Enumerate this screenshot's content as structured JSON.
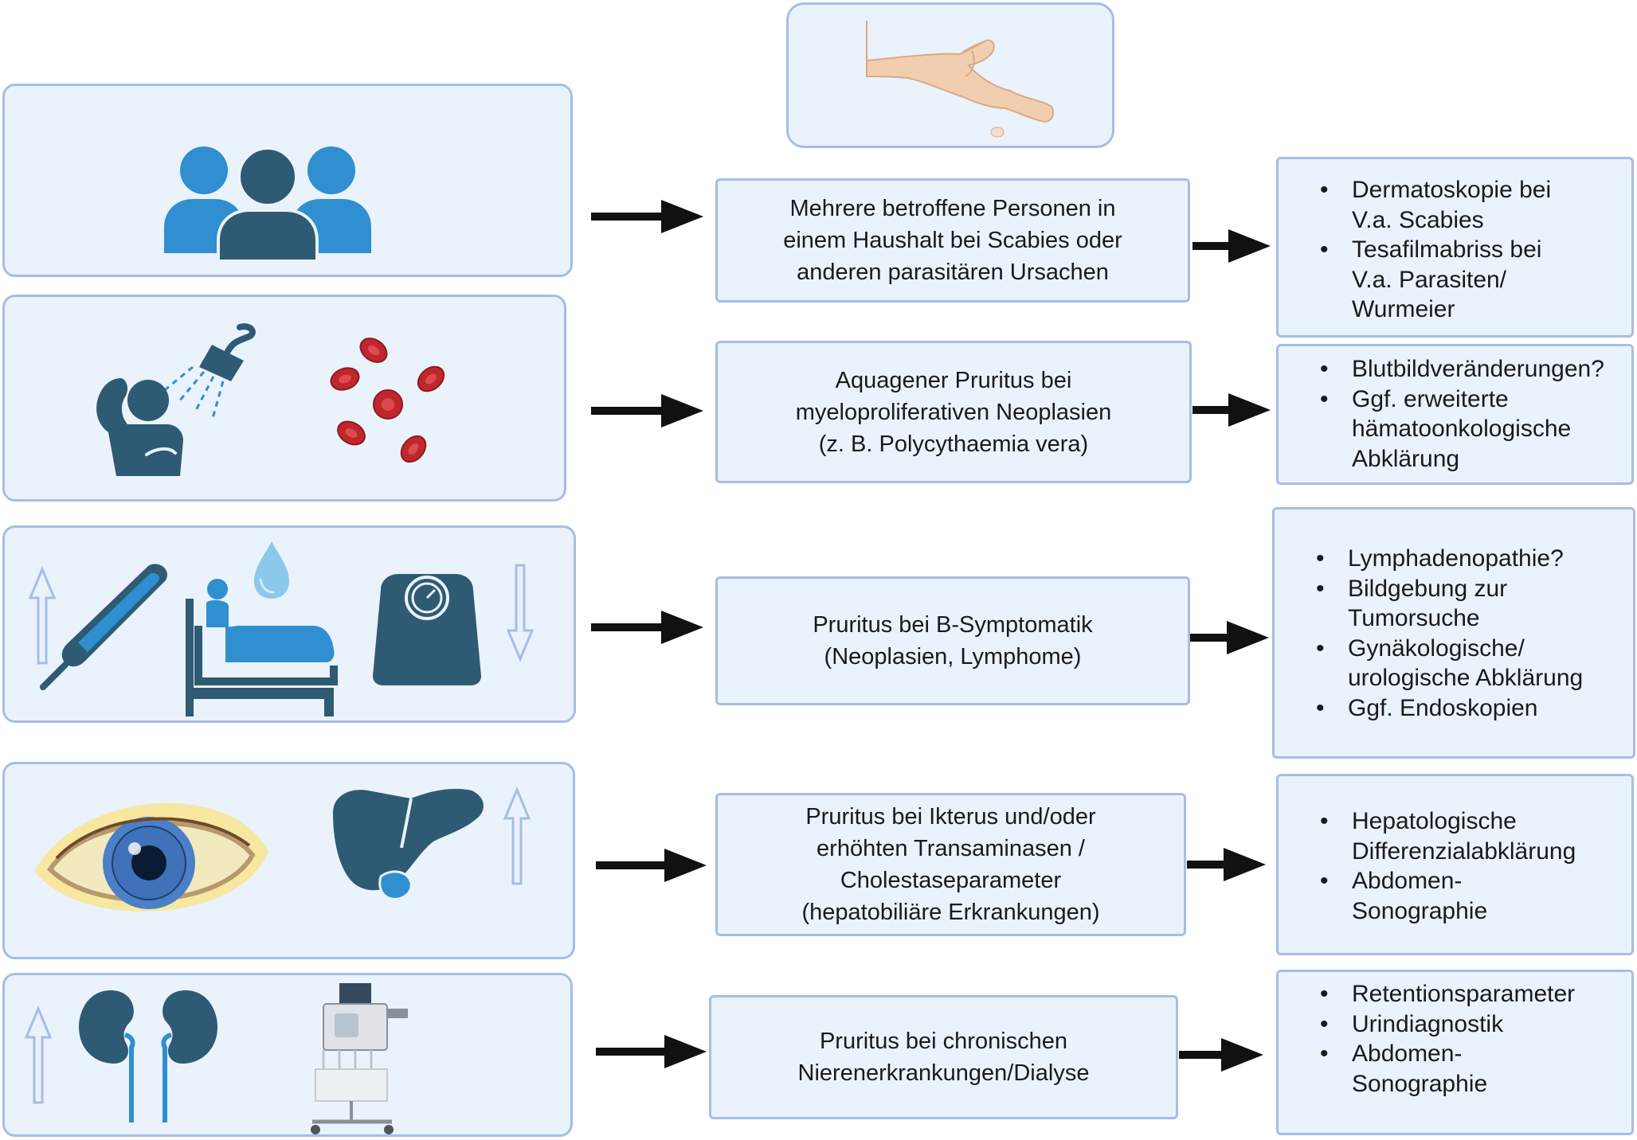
{
  "rows": [
    {
      "id": "parasites",
      "middle_text": "Mehrere betroffene Personen in\neinem Haushalt bei Scabies oder\nanderen parasitären Ursachen",
      "bullets": [
        "Dermatoskopie bei\nV.a. Scabies",
        "Tesafilmabriss bei\nV.a. Parasiten/\nWurmeier"
      ],
      "icons": [
        "people-group-icon"
      ]
    },
    {
      "id": "aquagenic",
      "middle_text": "Aquagener Pruritus bei\nmyeloproliferativen Neoplasien\n(z. B. Polycythaemia  vera)",
      "bullets": [
        "Blutbildveränderungen?",
        "Ggf. erweiterte\nhämatoonkologische\nAbklärung"
      ],
      "icons": [
        "shower-person-icon",
        "red-blood-cells-icon"
      ]
    },
    {
      "id": "b-symptoms",
      "middle_text": "Pruritus bei B-Symptomatik\n(Neoplasien, Lymphome)",
      "bullets": [
        "Lymphadenopathie?",
        "Bildgebung zur\nTumorsuche",
        "Gynäkologische/\nurologische Abklärung",
        "Ggf. Endoskopien"
      ],
      "icons": [
        "up-arrow-icon",
        "thermometer-icon",
        "bed-sweat-icon",
        "scale-icon",
        "down-arrow-icon"
      ]
    },
    {
      "id": "hepatic",
      "middle_text": "Pruritus bei Ikterus und/oder\nerhöhten Transaminasen /\nCholestaseparameter\n(hepatobiliäre Erkrankungen)",
      "bullets": [
        "Hepatologische\nDifferenzialabklärung",
        "Abdomen-\nSonographie"
      ],
      "icons": [
        "jaundiced-eye-icon",
        "liver-icon",
        "up-arrow-icon"
      ]
    },
    {
      "id": "renal",
      "middle_text": "Pruritus bei chronischen\nNierenerkrankungen/Dialyse",
      "bullets": [
        "Retentionsparameter",
        "Urindiagnostik",
        "Abdomen-\nSonographie"
      ],
      "icons": [
        "up-arrow-icon",
        "kidneys-icon",
        "dialysis-machine-icon"
      ]
    }
  ],
  "header_icon": "scratching-hand-icon",
  "colors": {
    "box_fill": "#eaf2fc",
    "box_border": "#a7bde6",
    "icon_dark": "#2f5a74",
    "icon_blue": "#2f8fd1",
    "blood_red": "#c0272d",
    "arrow": "#111111"
  }
}
